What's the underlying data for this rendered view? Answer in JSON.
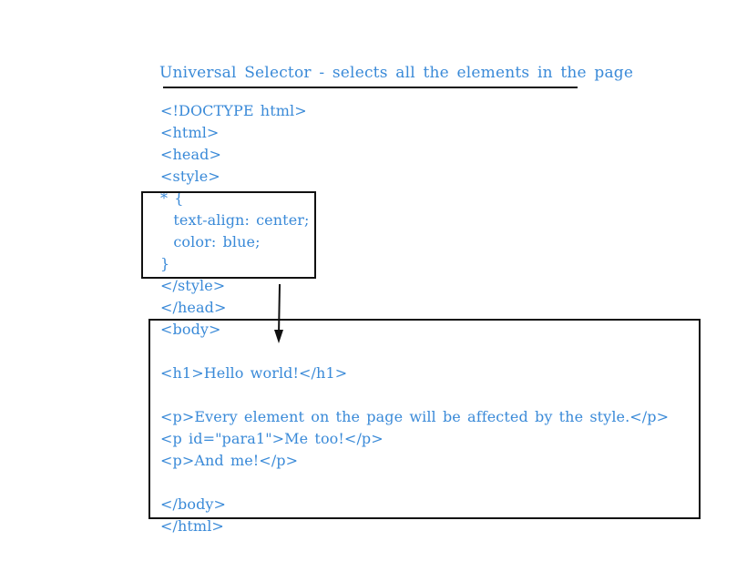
{
  "title": "Universal Selector - selects all the elements in the page",
  "code_lines": [
    "<!DOCTYPE html>",
    "<html>",
    "<head>",
    "<style>",
    "* {",
    "  text-align: center;",
    "  color: blue;",
    "}",
    "</style>",
    "</head>",
    "<body>",
    "",
    "<h1>Hello world!</h1>",
    "",
    "<p>Every element on the page will be affected by the style.</p>",
    "<p id=\"para1\">Me too!</p>",
    "<p>And me!</p>",
    "",
    "</body>",
    "</html>"
  ],
  "colors": {
    "text": "#3a8ad8",
    "lines": "#111111"
  }
}
